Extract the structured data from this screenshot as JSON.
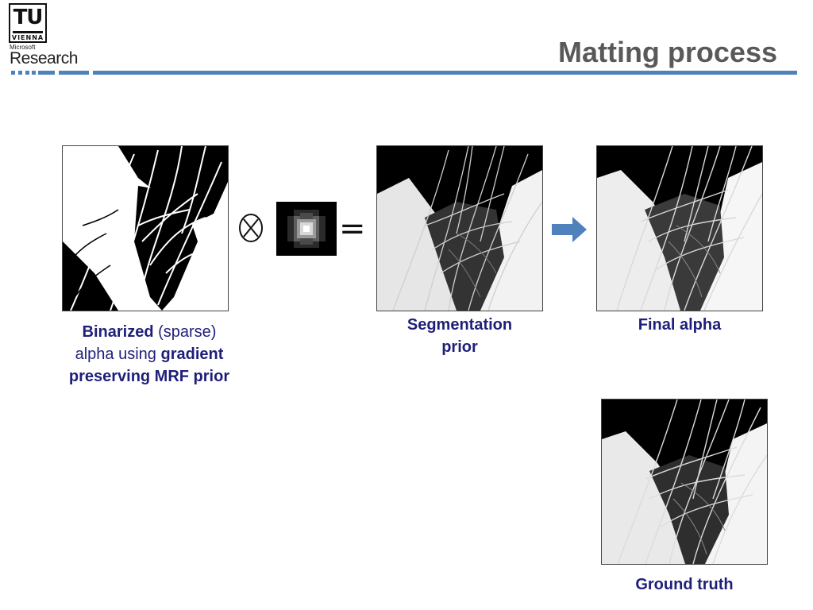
{
  "header": {
    "title": "Matting process",
    "logo_tu": "TU",
    "logo_vienna": "VIENNA",
    "logo_ms_small": "Microsoft",
    "logo_ms_research": "Research"
  },
  "captions": {
    "binarized": {
      "bold1": "Binarized",
      "plain1": " (sparse)",
      "plain2": "alpha using ",
      "bold2": "gradient",
      "bold3": "preserving MRF prior"
    },
    "segmentation_line1": "Segmentation",
    "segmentation_line2": "prior",
    "final_alpha": "Final alpha",
    "ground_truth": "Ground truth"
  },
  "operators": {
    "convolve": "⊗",
    "equals": "="
  },
  "colors": {
    "accent": "#4f81bd",
    "caption": "#1f1f7a",
    "title": "#595959"
  },
  "icons": [
    "convolution-operator-icon",
    "gaussian-kernel-icon",
    "right-arrow-icon"
  ]
}
